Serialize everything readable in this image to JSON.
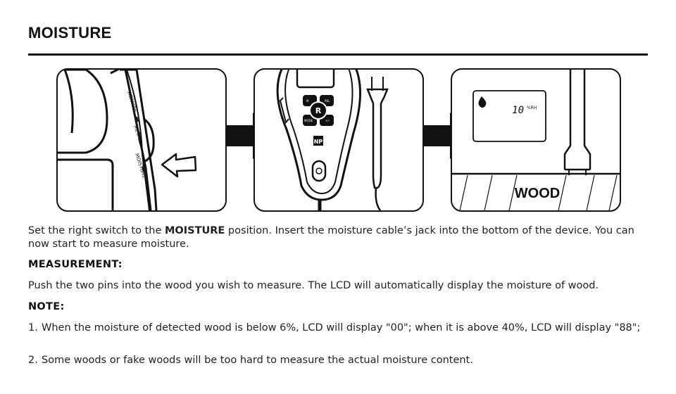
{
  "title": "MOISTURE",
  "panel1": {
    "switch_labels": [
      "AC/WIRE",
      "METAL",
      "MOISTURE"
    ]
  },
  "panel2": {
    "buttons": [
      "M",
      "REL",
      "MODE",
      "+/-",
      "R"
    ],
    "logo": "NP"
  },
  "panel3": {
    "lcd_value": "10",
    "lcd_unit": "%RH",
    "material_label": "WOOD"
  },
  "intro": {
    "before_bold": "Set the right switch to the ",
    "bold": "MOISTURE",
    "after_bold": " position. Insert the moisture cable’s jack into the bottom of the device. You can now start to measure moisture."
  },
  "measurement": {
    "heading": "MEASUREMENT:",
    "text": "Push the two pins into the wood you wish to measure. The LCD will automatically display the moisture of wood."
  },
  "note": {
    "heading": "NOTE:",
    "items": [
      {
        "num": "1.",
        "text": "When the moisture of detected wood is below 6%, LCD will display \"00\"; when it is above 40%,  LCD will display \"88\";"
      },
      {
        "num": "2.",
        "text": "Some woods or fake woods will be too hard to measure the actual moisture content."
      }
    ]
  }
}
